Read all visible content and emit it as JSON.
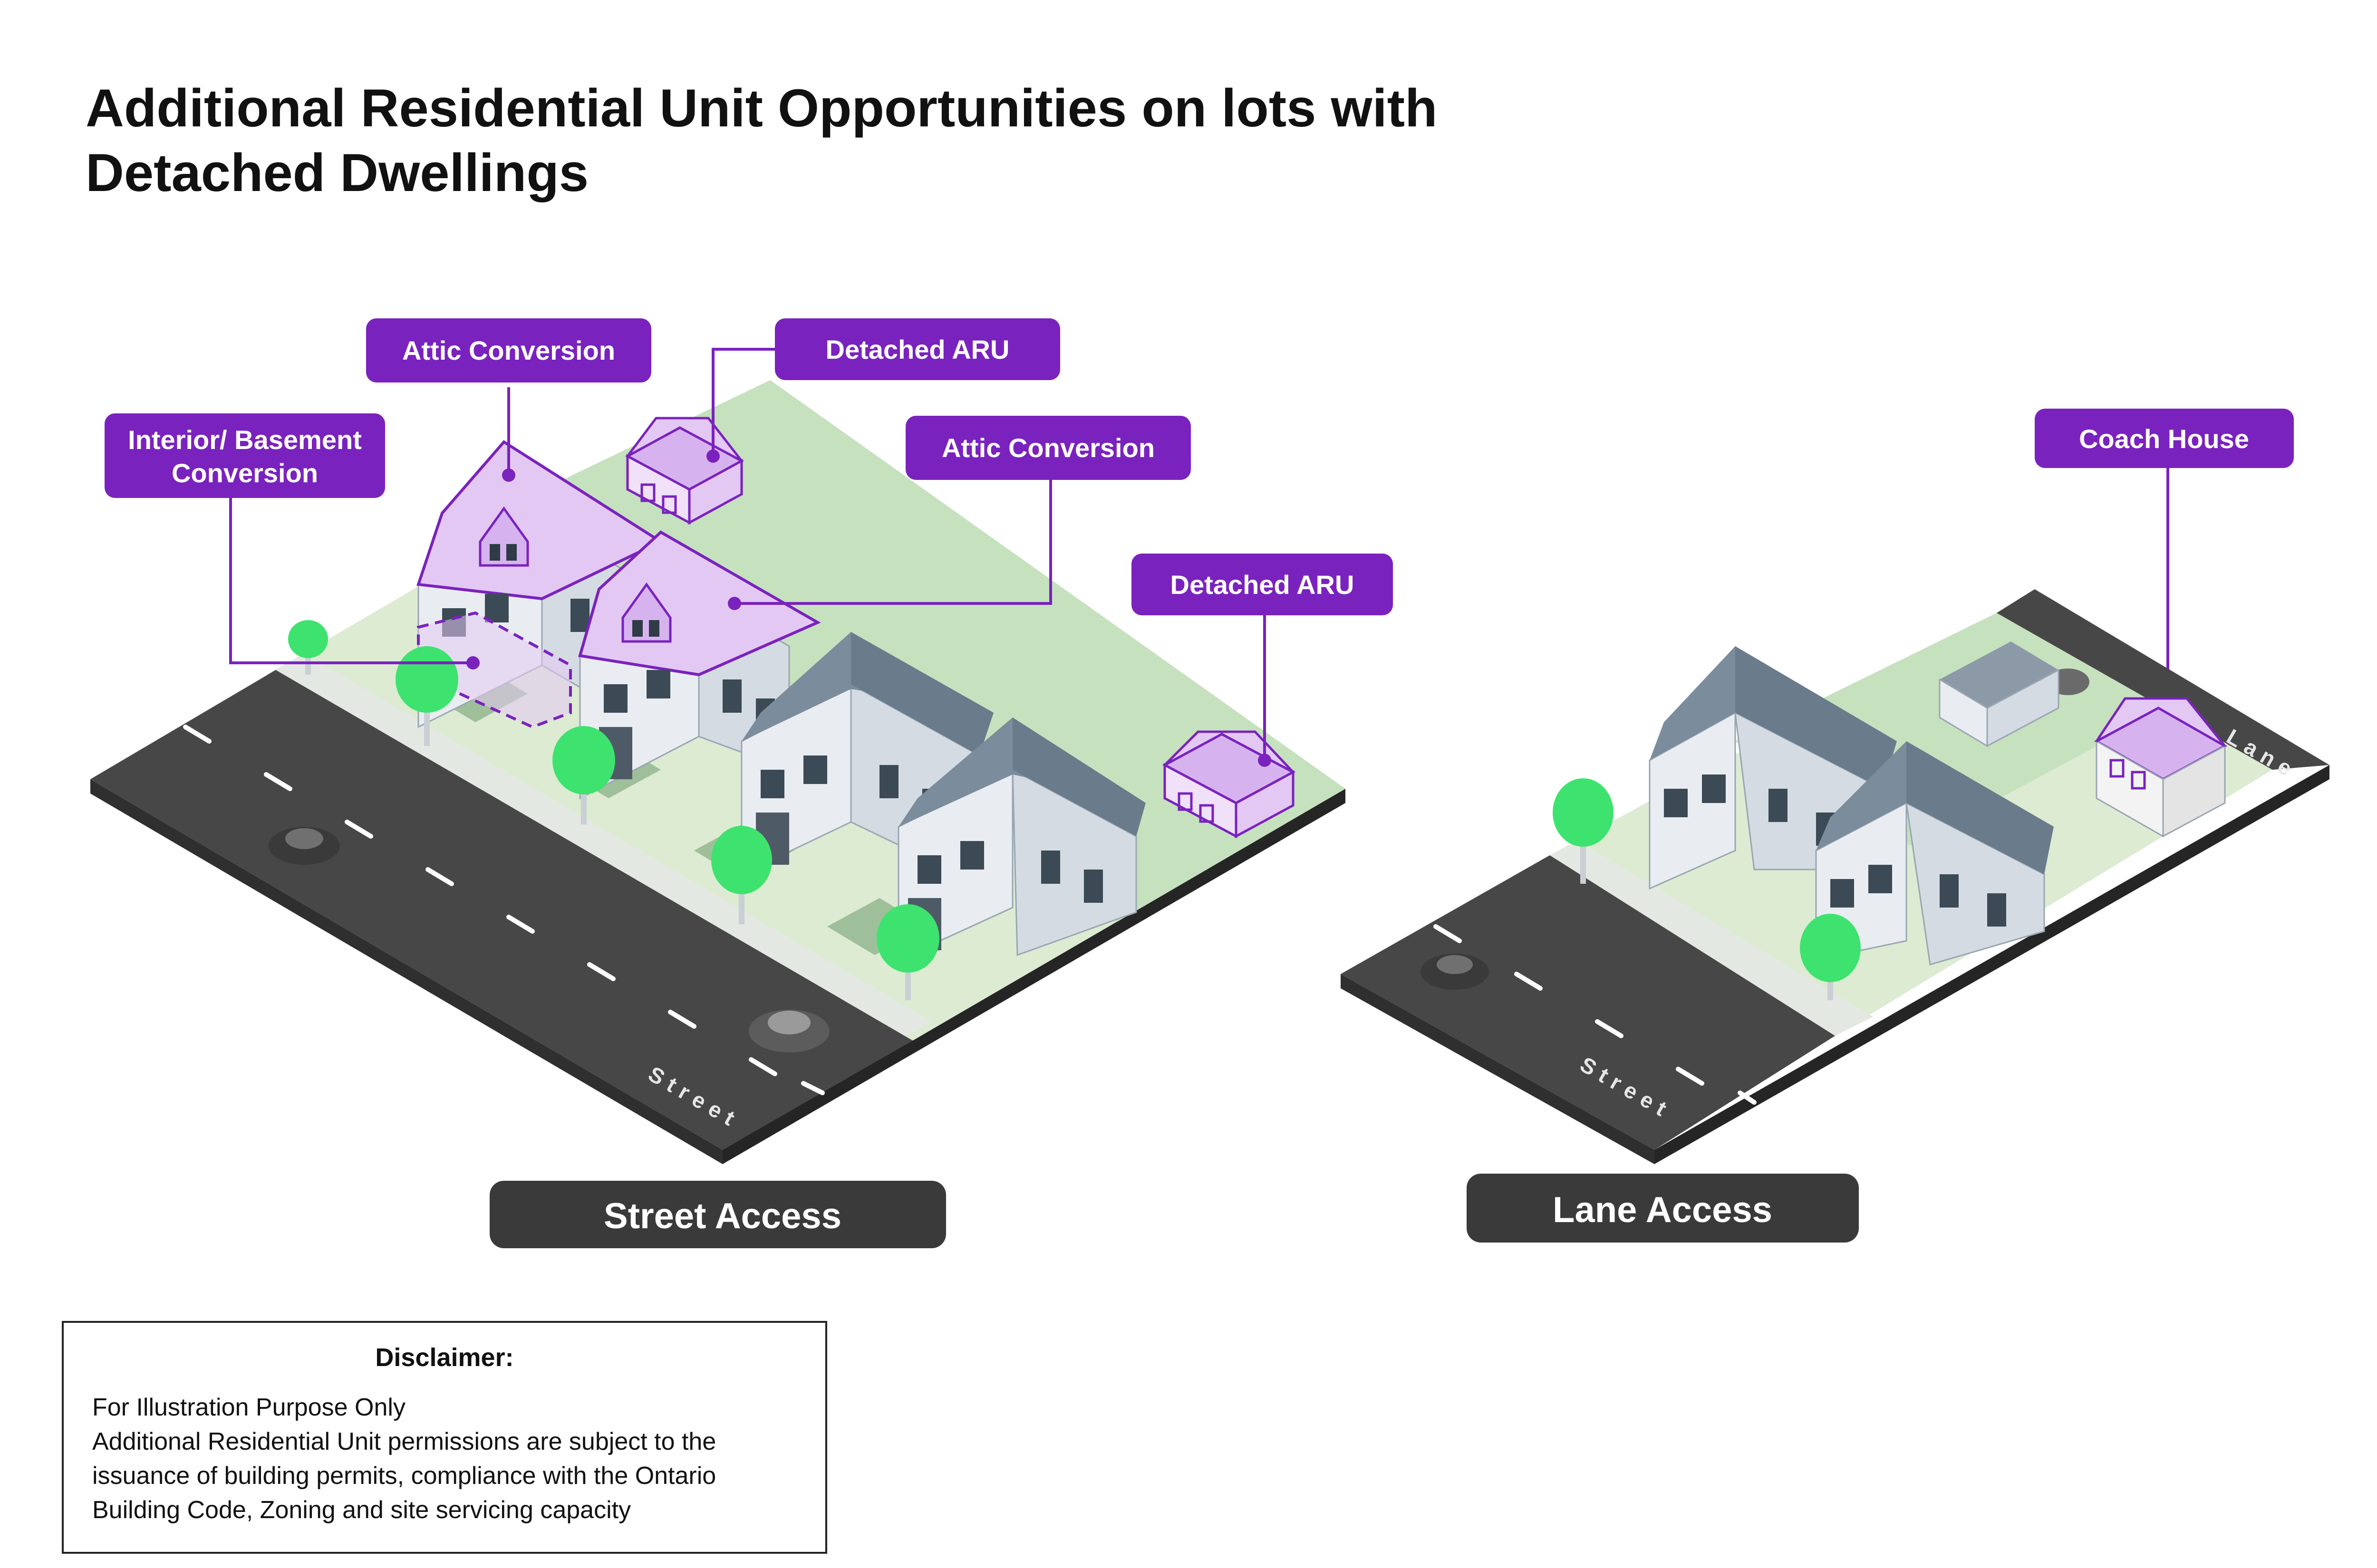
{
  "title": {
    "line1": "Additional Residential Unit Opportunities on lots with",
    "line2": "Detached Dwellings"
  },
  "street_access": {
    "section_label": "Street Access",
    "road_label": "Street",
    "callouts": {
      "attic_conversion_1": "Attic Conversion",
      "detached_aru_1": "Detached ARU",
      "interior_basement_line1": "Interior/ Basement",
      "interior_basement_line2": "Conversion",
      "attic_conversion_2": "Attic Conversion",
      "detached_aru_2": "Detached ARU"
    }
  },
  "lane_access": {
    "section_label": "Lane Access",
    "road_label": "Street",
    "lane_label": "Lane",
    "callouts": {
      "coach_house": "Coach House"
    }
  },
  "disclaimer": {
    "heading": "Disclaimer:",
    "lines": [
      "For Illustration Purpose Only",
      "Additional Residential Unit permissions are subject to the",
      "issuance of building permits, compliance with the Ontario",
      "Building Code, Zoning and site servicing capacity"
    ]
  },
  "colors": {
    "callout_purple": "#7a22be",
    "highlight_lilac": "#e3c8f3",
    "road": "#474747",
    "grass_light": "#dcebd2",
    "grass_mid": "#bcdcb6",
    "tree": "#3de36e",
    "house_wall": "#e9edf1",
    "house_roof": "#7b8c9c",
    "section_label_bg": "#3a3a3a"
  }
}
